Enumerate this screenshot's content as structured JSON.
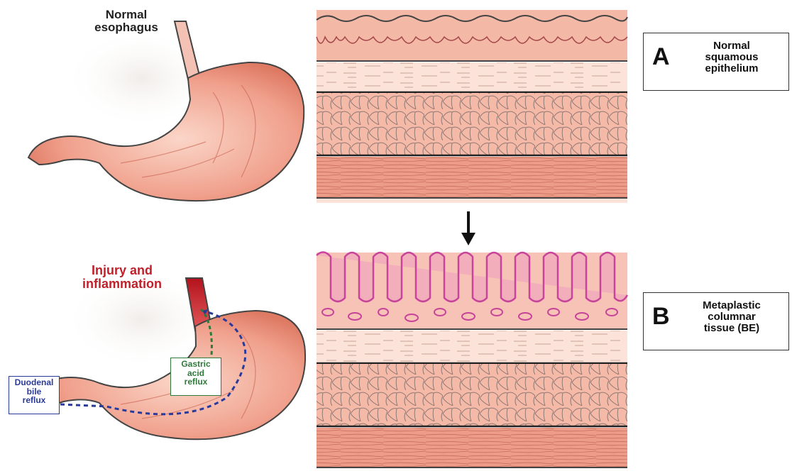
{
  "labels": {
    "normal_esophagus": "Normal\nesophagus",
    "injury": "Injury and\ninflammation",
    "duodenal": "Duodenal\nbile\nreflux",
    "gastric": "Gastric\nacid\nreflux"
  },
  "panels": {
    "a": {
      "letter": "A",
      "text": "Normal\nsquamous\nepithelium"
    },
    "b": {
      "letter": "B",
      "text": "Metaplastic\ncolumnar\ntissue (BE)"
    }
  },
  "colors": {
    "tissue": "#f2b4a4",
    "tissue_dark": "#e08a78",
    "stomach": "#ee9c8a",
    "injury": "#c0202a",
    "duodenal_line": "#2a3a9a",
    "gastric_line": "#2f7a3a",
    "glands": "#c8449a"
  }
}
